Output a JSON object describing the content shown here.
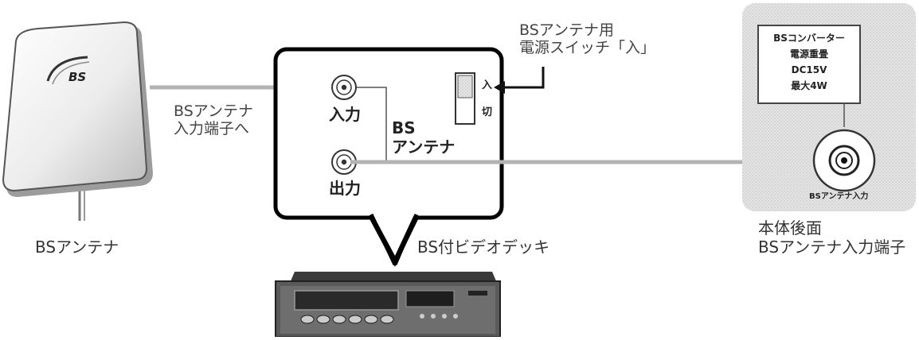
{
  "antenna": {
    "logo_text": "BS",
    "caption": "BSアンテナ",
    "arrow_label_line1": "BSアンテナ",
    "arrow_label_line2": "入力端子へ"
  },
  "deck": {
    "caption": "BS付ビデオデッキ",
    "input_label": "入力",
    "output_label": "出力",
    "bs_label_line1": "BS",
    "bs_label_line2": "アンテナ",
    "switch_on": "入",
    "switch_off": "切",
    "power_note_line1": "BSアンテナ用",
    "power_note_line2": "電源スイッチ「入」"
  },
  "rear_panel": {
    "spec_lines": [
      "BSコンバーター",
      "電源重畳",
      "DC15V",
      "最大4W"
    ],
    "jack_label": "BSアンテナ入力",
    "caption_line1": "本体後面",
    "caption_line2": "BSアンテナ入力端子"
  }
}
